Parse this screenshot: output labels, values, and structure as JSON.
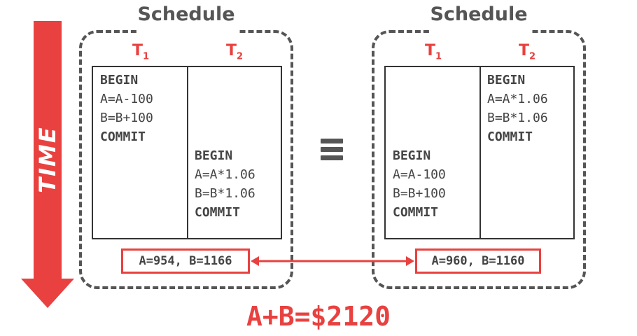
{
  "time_label": "TIME",
  "equivalence_symbol": "≡",
  "sum_label": "A+B=$2120",
  "colors": {
    "accent": "#e8413f",
    "border": "#555555"
  },
  "schedules": [
    {
      "title": "Schedule",
      "t1_label": "T",
      "t1_sub": "1",
      "t2_label": "T",
      "t2_sub": "2",
      "t1_ops": [
        "BEGIN",
        "A=A-100",
        "B=B+100",
        "COMMIT"
      ],
      "t2_ops": [
        "BEGIN",
        "A=A*1.06",
        "B=B*1.06",
        "COMMIT"
      ],
      "result": "A=954, B=1166"
    },
    {
      "title": "Schedule",
      "t1_label": "T",
      "t1_sub": "1",
      "t2_label": "T",
      "t2_sub": "2",
      "t1_ops": [
        "BEGIN",
        "A=A-100",
        "B=B+100",
        "COMMIT"
      ],
      "t2_ops": [
        "BEGIN",
        "A=A*1.06",
        "B=B*1.06",
        "COMMIT"
      ],
      "result": "A=960, B=1160"
    }
  ]
}
